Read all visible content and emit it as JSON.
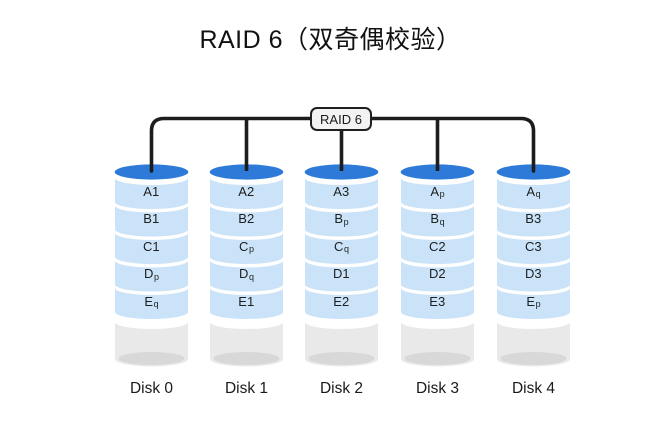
{
  "title": "RAID 6（双奇偶校验）",
  "controller": {
    "label": "RAID 6"
  },
  "disks": [
    {
      "label": "Disk 0",
      "blocks": [
        {
          "b": "A1",
          "s": ""
        },
        {
          "b": "B1",
          "s": ""
        },
        {
          "b": "C1",
          "s": ""
        },
        {
          "b": "D",
          "s": "p"
        },
        {
          "b": "E",
          "s": "q"
        }
      ]
    },
    {
      "label": "Disk 1",
      "blocks": [
        {
          "b": "A2",
          "s": ""
        },
        {
          "b": "B2",
          "s": ""
        },
        {
          "b": "C",
          "s": "p"
        },
        {
          "b": "D",
          "s": "q"
        },
        {
          "b": "E1",
          "s": ""
        }
      ]
    },
    {
      "label": "Disk 2",
      "blocks": [
        {
          "b": "A3",
          "s": ""
        },
        {
          "b": "B",
          "s": "p"
        },
        {
          "b": "C",
          "s": "q"
        },
        {
          "b": "D1",
          "s": ""
        },
        {
          "b": "E2",
          "s": ""
        }
      ]
    },
    {
      "label": "Disk 3",
      "blocks": [
        {
          "b": "A",
          "s": "p"
        },
        {
          "b": "B",
          "s": "q"
        },
        {
          "b": "C2",
          "s": ""
        },
        {
          "b": "D2",
          "s": ""
        },
        {
          "b": "E3",
          "s": ""
        }
      ]
    },
    {
      "label": "Disk 4",
      "blocks": [
        {
          "b": "A",
          "s": "q"
        },
        {
          "b": "B3",
          "s": ""
        },
        {
          "b": "C3",
          "s": ""
        },
        {
          "b": "D3",
          "s": ""
        },
        {
          "b": "E",
          "s": "p"
        }
      ]
    }
  ],
  "colors": {
    "disk_top": "#2e7ad8",
    "stripe": "#cbe3f8",
    "disk_body_empty": "#e9e9e9",
    "disk_bottom": "#d8d8d8",
    "connector": "#1d1d1d",
    "controller_fill": "#f2f2f2",
    "controller_border": "#1f1f1f",
    "text": "#1f1f1f"
  }
}
